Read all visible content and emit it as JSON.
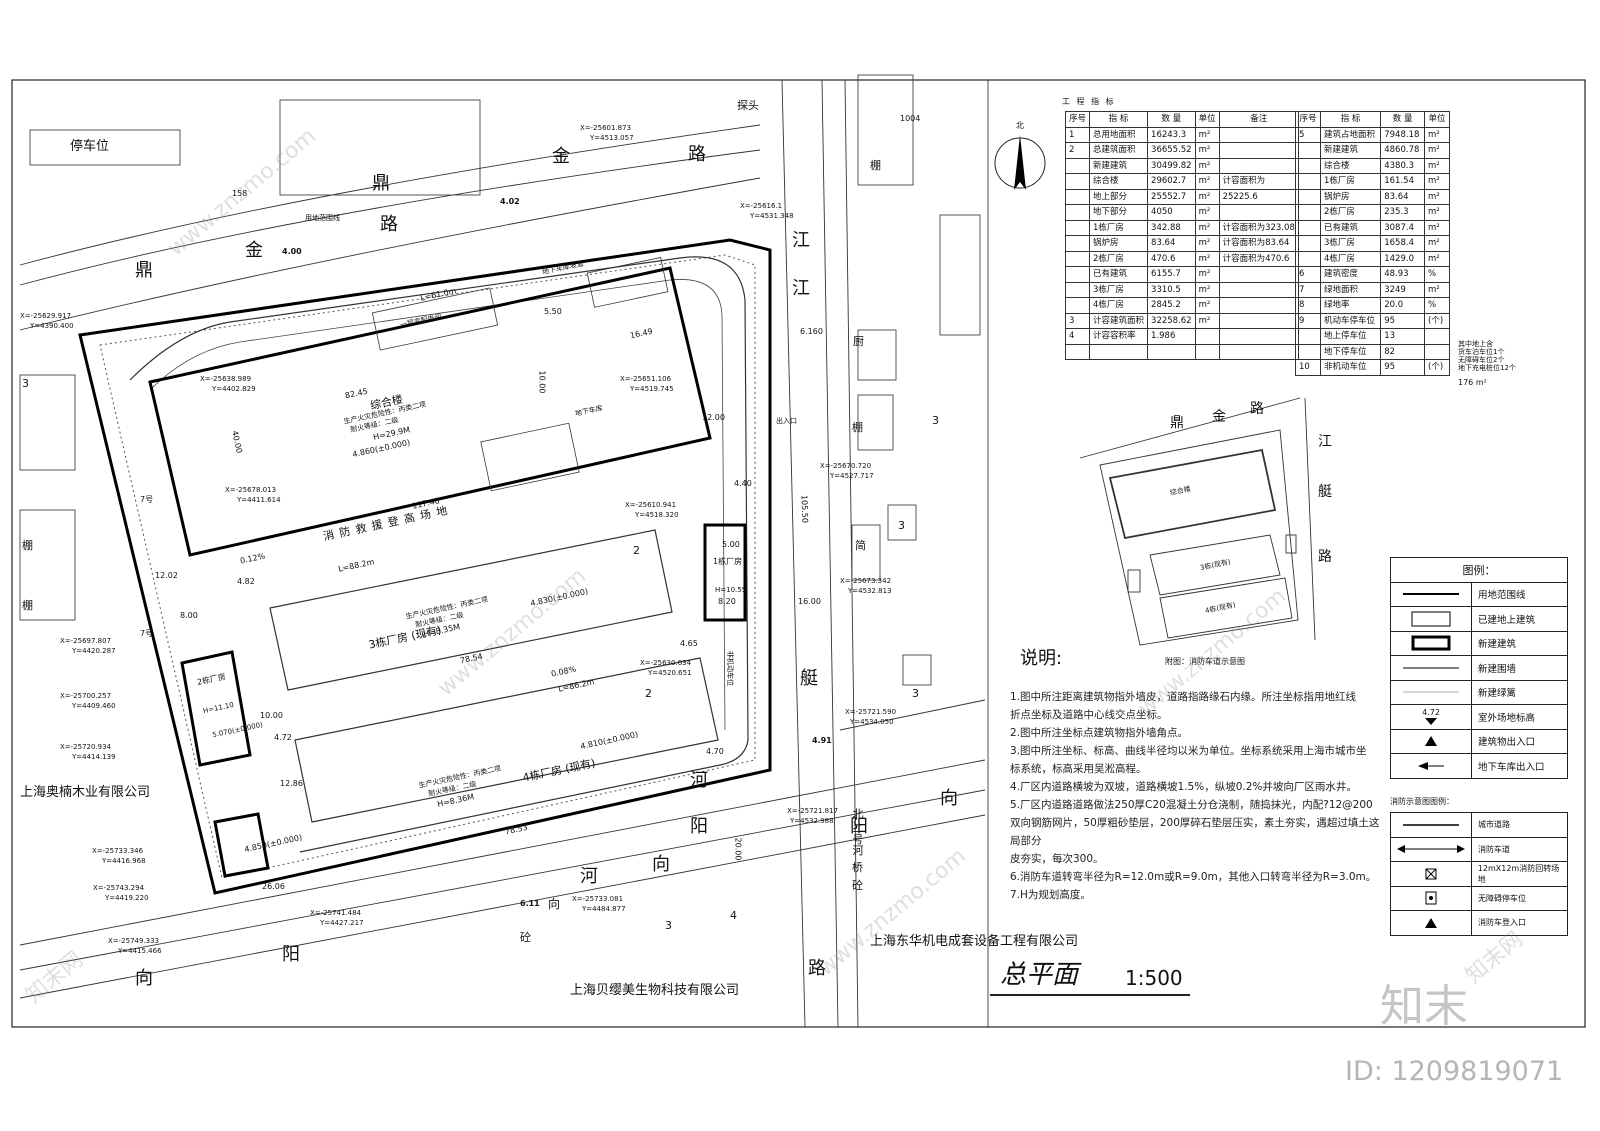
{
  "header": {
    "table_title": "工 程 指 标",
    "inset_title": "附图：消防车道示意图",
    "plan_title": "总平面",
    "plan_scale": "1:500",
    "notes_title": "说明:",
    "north": "北"
  },
  "indicators_left": {
    "columns": [
      "序号",
      "指 标",
      "数 量",
      "单位",
      "备注"
    ],
    "rows": [
      [
        "1",
        "总用地面积",
        "16243.3",
        "m²",
        ""
      ],
      [
        "2",
        "总建筑面积",
        "36655.52",
        "m²",
        ""
      ],
      [
        "",
        "新建建筑",
        "30499.82",
        "m²",
        ""
      ],
      [
        "",
        "综合楼",
        "29602.7",
        "m²",
        "计容面积为"
      ],
      [
        "",
        "地上部分",
        "25552.7",
        "m²",
        "25225.6"
      ],
      [
        "",
        "地下部分",
        "4050",
        "m²",
        ""
      ],
      [
        "",
        "1栋厂房",
        "342.88",
        "m²",
        "计容面积为323.08"
      ],
      [
        "",
        "锅炉房",
        "83.64",
        "m²",
        "计容面积为83.64"
      ],
      [
        "",
        "2栋厂房",
        "470.6",
        "m²",
        "计容面积为470.6"
      ],
      [
        "",
        "已有建筑",
        "6155.7",
        "m²",
        ""
      ],
      [
        "",
        "3栋厂房",
        "3310.5",
        "m²",
        ""
      ],
      [
        "",
        "4栋厂房",
        "2845.2",
        "m²",
        ""
      ],
      [
        "3",
        "计容建筑面积",
        "32258.62",
        "m²",
        ""
      ],
      [
        "4",
        "计容容积率",
        "1.986",
        "",
        ""
      ],
      [
        "",
        "",
        "",
        "",
        ""
      ]
    ]
  },
  "indicators_right": {
    "columns": [
      "序号",
      "指 标",
      "数 量",
      "单位"
    ],
    "rows": [
      [
        "5",
        "建筑占地面积",
        "7948.18",
        "m²"
      ],
      [
        "",
        "新建建筑",
        "4860.78",
        "m²"
      ],
      [
        "",
        "综合楼",
        "4380.3",
        "m²"
      ],
      [
        "",
        "1栋厂房",
        "161.54",
        "m²"
      ],
      [
        "",
        "锅炉房",
        "83.64",
        "m²"
      ],
      [
        "",
        "2栋厂房",
        "235.3",
        "m²"
      ],
      [
        "",
        "已有建筑",
        "3087.4",
        "m²"
      ],
      [
        "",
        "3栋厂房",
        "1658.4",
        "m²"
      ],
      [
        "",
        "4栋厂房",
        "1429.0",
        "m²"
      ],
      [
        "6",
        "建筑密度",
        "48.93",
        "%"
      ],
      [
        "7",
        "绿地面积",
        "3249",
        "m²"
      ],
      [
        "8",
        "绿地率",
        "20.0",
        "%"
      ],
      [
        "9",
        "机动车停车位",
        "95",
        "(个)"
      ],
      [
        "",
        "地上停车位",
        "13",
        ""
      ],
      [
        "",
        "地下停车位",
        "82",
        ""
      ],
      [
        "10",
        "非机动车位",
        "95",
        "(个)"
      ]
    ],
    "remark_1": "其中地上含",
    "remark_2": "货车泊车位1个",
    "remark_3": "无障碍车位2个",
    "remark_4": "地下充电桩位12个",
    "remark_5": "176 m²"
  },
  "roads": {
    "dingjin_1": "鼎",
    "dingjin_2": "金",
    "dingjin_3": "路",
    "dingjin_4": "鼎",
    "dingjin_5": "金",
    "dingjin_6": "路",
    "jiangting_1": "江",
    "jiangting_2": "江",
    "jiangting_3": "艇",
    "jiangting_4": "路",
    "xiangyang_1": "向",
    "xiangyang_2": "阳",
    "xiangyang_3": "河",
    "xiangyang_4": "向",
    "xiangyang_5": "阳",
    "xiangyang_6": "河",
    "xiangyang_7": "向",
    "xiangyang_8": "阳",
    "xiangyang_9": "向"
  },
  "companies": {
    "west": "上海奥楠木业有限公司",
    "south_east": "上海东华机电成套设备工程有限公司",
    "south": "上海贝缨美生物科技有限公司",
    "parking": "停车位"
  },
  "buildings": {
    "main": "综合楼",
    "main_class": "生产火灾危险性：丙类二项",
    "main_fire": "耐火等级：二级",
    "main_height": "H=29.9M",
    "main_elev": "4.860(±0.000)",
    "b3": "3栋厂房 (现有)",
    "b3_class": "生产火灾危险性：丙类二项",
    "b3_fire": "耐火等级：二级",
    "b3_height": "H=8.35M",
    "b3_elev": "4.830(±0.000)",
    "b4": "4栋厂房 (现有)",
    "b4_class": "生产火灾危险性：丙类二项",
    "b4_fire": "耐火等级：二级",
    "b4_height": "H=8.36M",
    "b4_elev": "4.810(±0.000)",
    "b1": "1栋厂房",
    "b1_height": "H=10.55",
    "b2": "2栋厂房",
    "b2_height": "H=11.10",
    "boiler_elev": "4.850(±0.000)",
    "fire_lane": "消 防 救 援 登 高 场 地",
    "substation": "一层变配电间",
    "garage": "地下车库",
    "ramp": "地下车库坡道",
    "bike": "非机动车位"
  },
  "coords": {
    "c1": "X=-25601.873",
    "c1y": "Y=4513.057",
    "c2": "X=-25638.989",
    "c2y": "Y=4402.829",
    "c3": "X=-25651.106",
    "c3y": "Y=4519.745",
    "c4": "X=-25678.013",
    "c4y": "Y=4411.614",
    "c5": "X=-25697.807",
    "c5y": "Y=4420.287",
    "c6": "X=-25700.257",
    "c6y": "Y=4409.460",
    "c7": "X=-25720.934",
    "c7y": "Y=4414.139",
    "c8": "X=-25733.346",
    "c8y": "Y=4416.968",
    "c9": "X=-25743.294",
    "c9y": "Y=4419.220",
    "c10": "X=-25749.333",
    "c10y": "Y=4415.466",
    "c11": "X=-25741.484",
    "c11y": "Y=4427.217",
    "c12": "X=-25733.081",
    "c12y": "Y=4484.877",
    "c13": "X=-25721.590",
    "c13y": "Y=4534.050",
    "c14": "X=-25721.817",
    "c14y": "Y=4532.988",
    "c15": "X=-25673.342",
    "c15y": "Y=4532.813",
    "c16": "X=-25670.720",
    "c16y": "Y=4527.717",
    "c17": "X=-25610.941",
    "c17y": "Y=4518.320",
    "c18": "X=-25630.634",
    "c18y": "Y=4520.651",
    "c19": "X=-25629.917",
    "c19y": "Y=4390.400",
    "c20": "X=-25616.1",
    "c20y": "Y=4531.348"
  },
  "dims": {
    "d1": "4.02",
    "d2": "4.00",
    "d3": "6.160",
    "d4": "82.45",
    "d5": "40.00",
    "d6": "16.49",
    "d7": "12.00",
    "d8": "117.40",
    "d9": "4.40",
    "d10": "105.50",
    "d11": "16.00",
    "d12": "4.82",
    "d13": "4.72",
    "d14": "78.54",
    "d15": "4.65",
    "d16": "4.70",
    "d17": "4.91",
    "d18": "6.11",
    "d19": "26.06",
    "d20": "78.53",
    "d21": "20.00",
    "d22": "L=61.0m",
    "d23": "0.12%",
    "d24": "L=88.2m",
    "d25": "0.08%",
    "d26": "L=86.2m",
    "d27": "12.02",
    "d28": "8.00",
    "d29": "1004",
    "d30": "158",
    "d31": "8.20",
    "d32": "5.070(±0.000)",
    "d33": "5.00",
    "d34": "10.00",
    "d35": "12.86",
    "d36": "5.50",
    "d37": "10.00"
  },
  "site_labels": {
    "shed1": "棚",
    "shed2": "棚",
    "shed3": "棚",
    "shed4": "棚",
    "kitchen": "厨",
    "simple": "简",
    "n3a": "3",
    "n3b": "3",
    "n3c": "3",
    "n3d": "3",
    "n3e": "3",
    "n4": "4",
    "n2a": "2",
    "n2b": "2",
    "bridge": "桥",
    "slope": "砼",
    "slope2": "砼",
    "river": "北 二号河",
    "gate_w": "7号",
    "gate_s": "7号",
    "tan": "探头",
    "entrance": "出入口",
    "fence": "用地范围线"
  },
  "notes": [
    "1.图中所注距离建筑物指外墙皮，道路指路缘石内缘。所注坐标指用地红线",
    "折点坐标及道路中心线交点坐标。",
    "2.图中所注坐标点建筑物指外墙角点。",
    "3.图中所注坐标、标高、曲线半径均以米为单位。坐标系统采用上海市城市坐",
    "标系统，标高采用吴淞高程。",
    "4.厂区内道路横坡为双坡，道路横坡1.5%，纵坡0.2%并坡向厂区雨水井。",
    "5.厂区内道路道路做法250厚C20混凝土分仓浇制，随捣抹光，内配?12@200",
    "双向钢筋网片，50厚粗砂垫层，200厚碎石垫层压实，素土夯实，遇超过填土这局部分",
    "皮夯实，每次300。",
    "6.消防车道转弯半径为R=12.0m或R=9.0m，其他入口转弯半径为R=3.0m。",
    "7.H为规划高度。"
  ],
  "legend": {
    "title": "图例：",
    "items": [
      "用地范围线",
      "已建地上建筑",
      "新建建筑",
      "新建围墙",
      "新建绿篱",
      "室外场地标高",
      "建筑物出入口",
      "地下车库出入口"
    ],
    "elev_sample": "4.72"
  },
  "fire_legend": {
    "title": "消防示意图图例：",
    "items": [
      "城市道路",
      "消防车道",
      "12mX12m消防回转场地",
      "无障碍停车位",
      "消防车登入口"
    ]
  },
  "inset": {
    "road1": "鼎",
    "road2": "金",
    "road3": "路",
    "road4": "江",
    "road5": "艇",
    "road6": "路",
    "b_main": "综合楼",
    "b3": "3栋(现有)",
    "b4": "4栋(现有)"
  },
  "watermark": {
    "text": "www.znzmo.com",
    "brand": "知末",
    "id": "ID: 1209819071",
    "mark": "知末网"
  }
}
